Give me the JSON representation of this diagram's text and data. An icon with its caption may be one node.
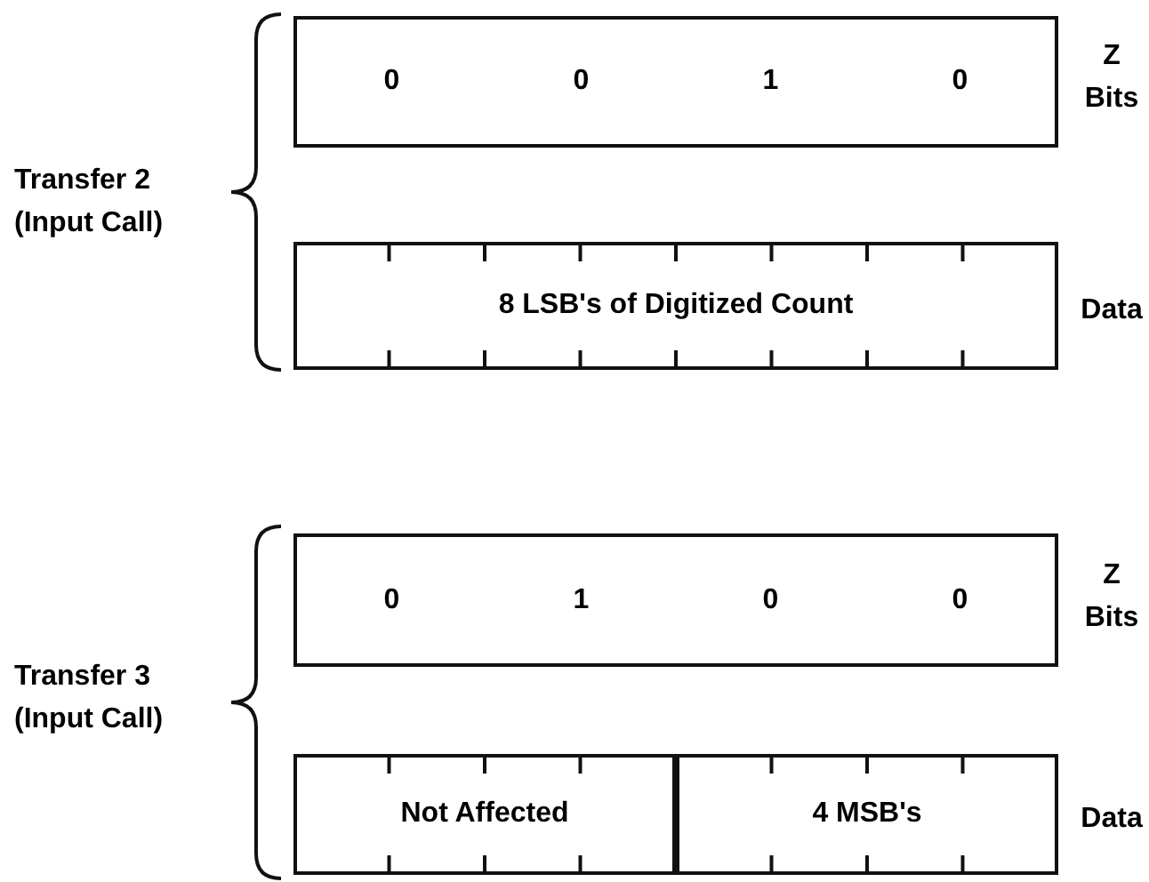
{
  "diagram": {
    "nodes": [
      {
        "text": [
          "0",
          "0",
          "1",
          "0"
        ],
        "beside": [
          "Z Bits"
        ]
      },
      {
        "text": [
          "8 LSB's of Digitized Count"
        ],
        "beside": [
          "Data"
        ]
      },
      {
        "text": [
          "0",
          "1",
          "0",
          "0"
        ],
        "beside": [
          "Z Bits"
        ]
      },
      {
        "text": [
          "Not Affected"
        ]
      },
      {
        "text": [
          "4 MSB's"
        ],
        "beside": [
          "Data"
        ]
      }
    ],
    "labels": [
      "Transfer 2 (Input Call)",
      "Transfer 3 (Input Call)"
    ]
  }
}
